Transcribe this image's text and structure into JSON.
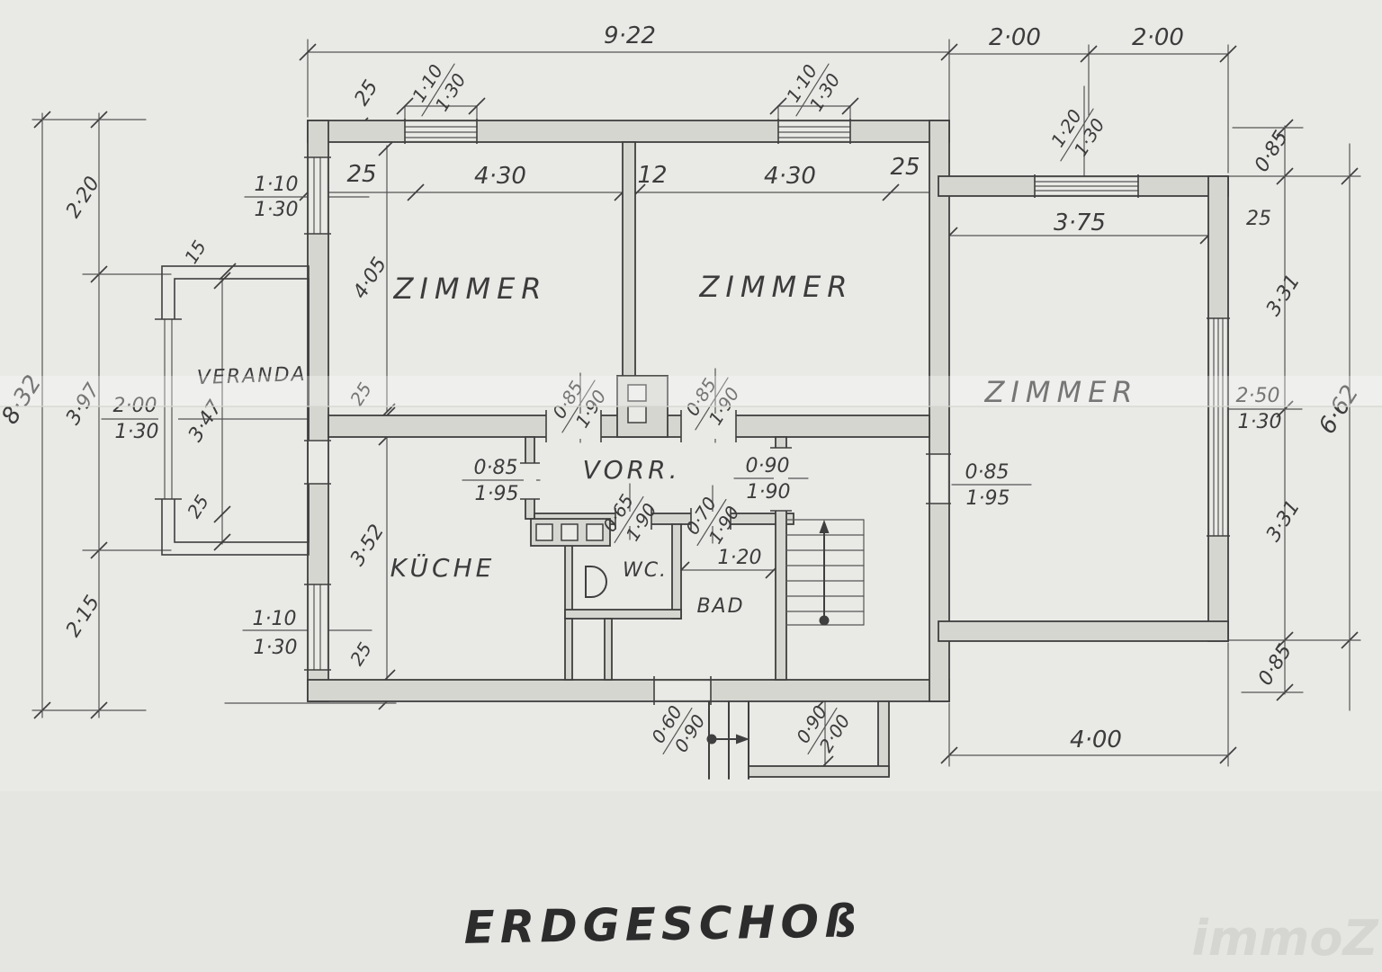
{
  "title": "ERDGESCHOß",
  "watermark": "immoZ",
  "rooms": {
    "zimmer1": "ZIMMER",
    "zimmer2": "ZIMMER",
    "zimmer3": "ZIMMER",
    "veranda": "VERANDA",
    "kueche": "KÜCHE",
    "vorr": "VORR.",
    "wc": "WC.",
    "bad": "BAD"
  },
  "dims": {
    "top_total": "9·22",
    "top_right_a": "2·00",
    "top_right_b": "2·00",
    "tw25": "25",
    "twin1_w": "1·10",
    "twin1_h": "1·30",
    "twin2_w": "1·10",
    "twin2_h": "1·30",
    "row25l": "25",
    "row430l": "4·30",
    "row12": "12",
    "row430r": "4·30",
    "row25r": "25",
    "lwin1_w": "1·10",
    "lwin1_h": "1·30",
    "lwin2_w": "1·10",
    "lwin2_h": "1·30",
    "awin_w": "1·20",
    "awin_h": "1·30",
    "annex_inner": "3·75",
    "r085t": "0·85",
    "r25": "25",
    "r331t": "3·31",
    "r662": "6·62",
    "rwin_w": "2·50",
    "rwin_h": "1·30",
    "r331b": "3·31",
    "r085b": "0·85",
    "l832": "8·32",
    "l220": "2·20",
    "l397": "3·97",
    "l215": "2·15",
    "v15": "15",
    "vwin_w": "2·00",
    "vwin_h": "1·30",
    "v347": "3·47",
    "v25": "25",
    "z1h": "4·05",
    "k25t": "25",
    "k352": "3·52",
    "k25b": "25",
    "dz1_w": "0·85",
    "dz1_h": "1·90",
    "dz2_w": "0·85",
    "dz2_h": "1·90",
    "dk_w": "0·85",
    "dk_h": "1·95",
    "dhall_w": "0·90",
    "dhall_h": "1·90",
    "dz3_w": "0·85",
    "dz3_h": "1·95",
    "dwc_w": "0·65",
    "dwc_h": "1·90",
    "dbad_w": "0·70",
    "dbad_h": "1·90",
    "bad_w": "1·20",
    "cellar_w": "0·60",
    "cellar_h": "0·90",
    "entry_w": "0·90",
    "entry_h": "2·00",
    "terrace_w": "4·00"
  }
}
